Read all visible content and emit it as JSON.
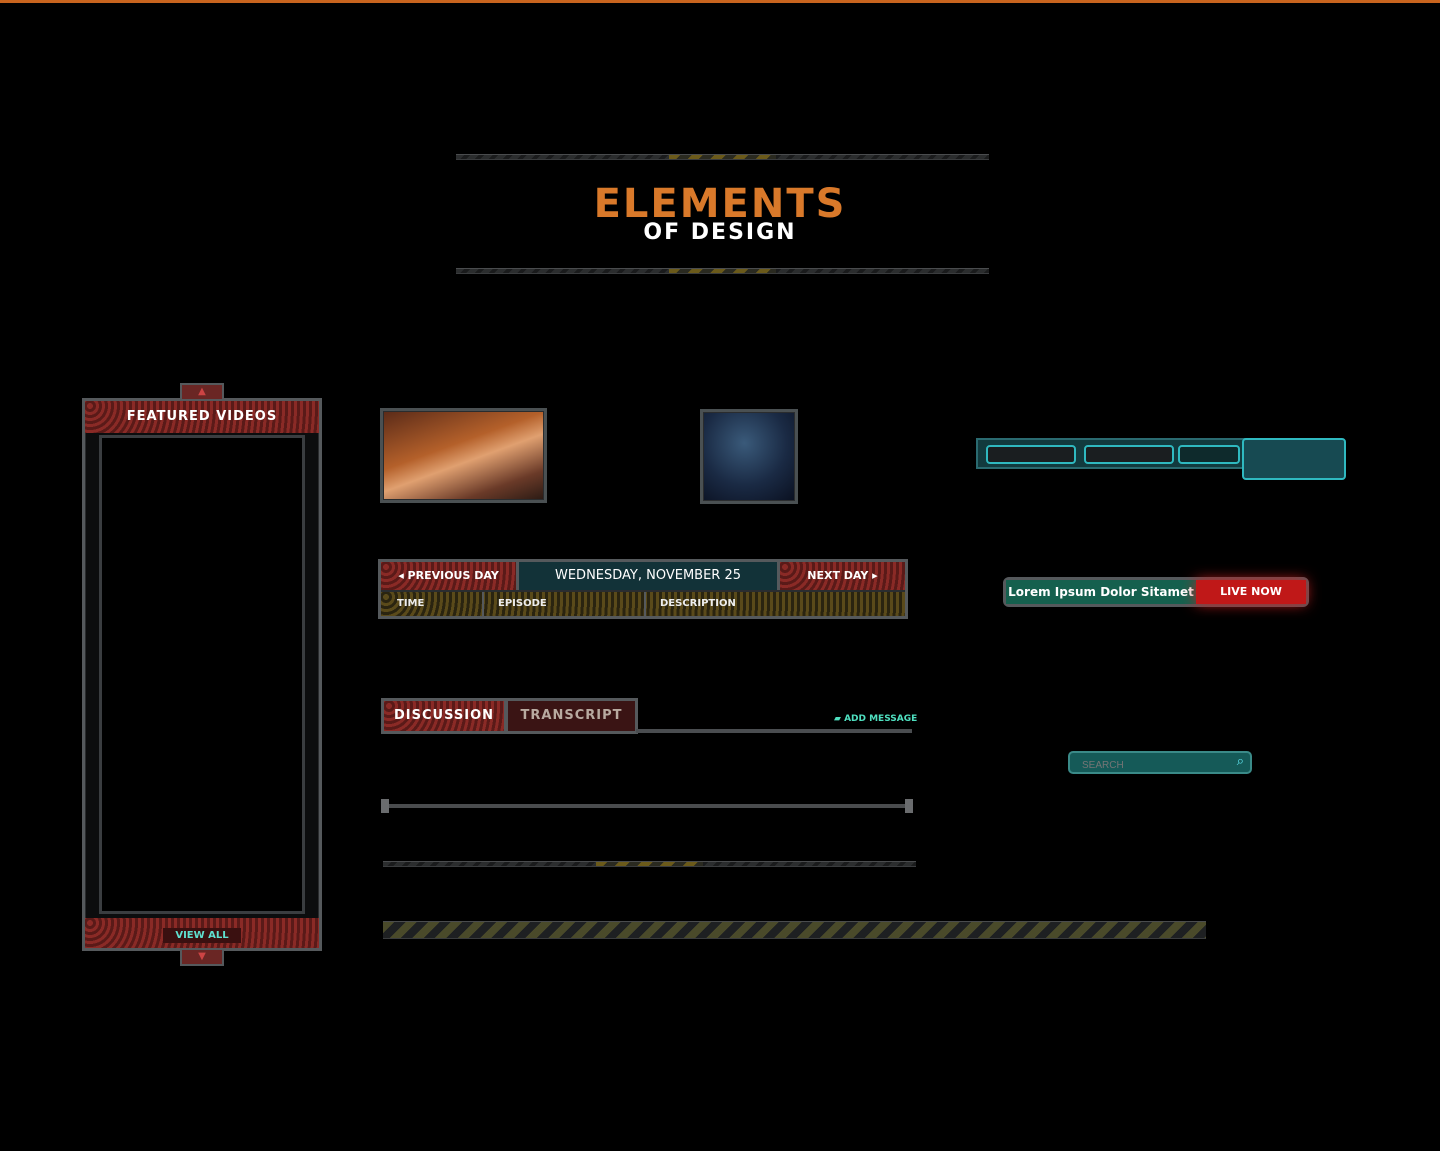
{
  "header": {
    "title": "ELEMENTS",
    "subtitle": "OF DESIGN"
  },
  "featured": {
    "title": "FEATURED VIDEOS",
    "view_all": "VIEW ALL"
  },
  "schedule": {
    "prev": "◂ PREVIOUS DAY",
    "date": "WEDNESDAY, NOVEMBER 25",
    "next": "NEXT DAY ▸",
    "columns": [
      "TIME",
      "EPISODE",
      "DESCRIPTION"
    ]
  },
  "tabs": {
    "discussion": "DISCUSSION",
    "transcript": "TRANSCRIPT",
    "add_message": "ADD MESSAGE"
  },
  "ticker": {
    "text": "Lorem Ipsum Dolor Sitamet",
    "live": "LIVE NOW"
  },
  "search": {
    "placeholder": "SEARCH"
  },
  "colors": {
    "accent": "#d9792a",
    "teal": "#2fb9c0",
    "red": "#c01818"
  }
}
